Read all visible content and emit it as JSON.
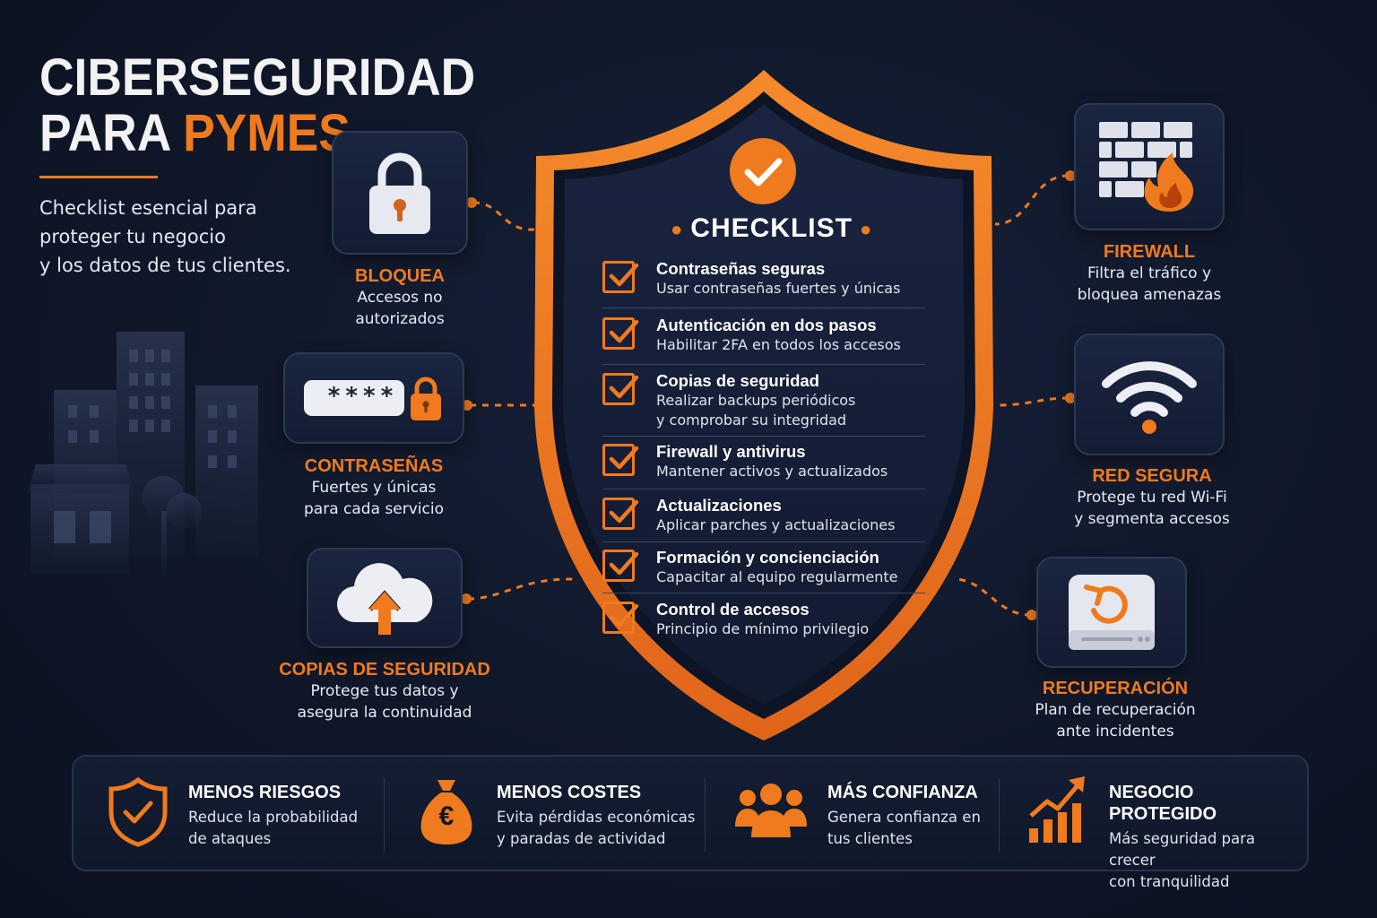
{
  "header": {
    "title_line1": "CIBERSEGURIDAD",
    "title_line2_prefix": "PARA ",
    "title_line2_accent": "PYMES",
    "subtitle_line1": "Checklist esencial para",
    "subtitle_line2": "proteger tu negocio",
    "subtitle_line3": "y los datos de tus clientes."
  },
  "colors": {
    "accent": "#f07a1e",
    "background": "#0f1729",
    "card": "#1a2540"
  },
  "left_features": [
    {
      "icon": "padlock-icon",
      "title": "BLOQUEA",
      "desc1": "Accesos no",
      "desc2": "autorizados"
    },
    {
      "icon": "password-field-icon",
      "title": "CONTRASEÑAS",
      "desc1": "Fuertes y únicas",
      "desc2": "para cada servicio",
      "mask": "****"
    },
    {
      "icon": "cloud-upload-icon",
      "title": "COPIAS DE SEGURIDAD",
      "desc1": "Protege tus datos y",
      "desc2": "asegura la continuidad"
    }
  ],
  "right_features": [
    {
      "icon": "firewall-icon",
      "title": "FIREWALL",
      "desc1": "Filtra el tráfico y",
      "desc2": "bloquea amenazas"
    },
    {
      "icon": "wifi-icon",
      "title": "RED SEGURA",
      "desc1": "Protege tu red Wi-Fi",
      "desc2": "y segmenta accesos"
    },
    {
      "icon": "recovery-drive-icon",
      "title": "RECUPERACIÓN",
      "desc1": "Plan de recuperación",
      "desc2": "ante incidentes"
    }
  ],
  "checklist": {
    "title": "CHECKLIST",
    "items": [
      {
        "title": "Contraseñas seguras",
        "desc1": "Usar contraseñas fuertes y únicas",
        "desc2": ""
      },
      {
        "title": "Autenticación en dos pasos",
        "desc1": "Habilitar 2FA en todos los accesos",
        "desc2": ""
      },
      {
        "title": "Copias de seguridad",
        "desc1": "Realizar backups periódicos",
        "desc2": "y comprobar su integridad"
      },
      {
        "title": "Firewall y antivirus",
        "desc1": "Mantener activos y actualizados",
        "desc2": ""
      },
      {
        "title": "Actualizaciones",
        "desc1": "Aplicar parches y actualizaciones",
        "desc2": ""
      },
      {
        "title": "Formación y concienciación",
        "desc1": "Capacitar al equipo regularmente",
        "desc2": ""
      },
      {
        "title": "Control de accesos",
        "desc1": "Principio de mínimo privilegio",
        "desc2": ""
      }
    ]
  },
  "benefits": [
    {
      "icon": "shield-check-icon",
      "title": "MENOS RIESGOS",
      "desc1": "Reduce la probabilidad",
      "desc2": "de ataques"
    },
    {
      "icon": "money-bag-icon",
      "title": "MENOS COSTES",
      "desc1": "Evita pérdidas económicas",
      "desc2": "y paradas de actividad",
      "symbol": "€"
    },
    {
      "icon": "people-icon",
      "title": "MÁS CONFIANZA",
      "desc1": "Genera confianza en",
      "desc2": "tus clientes"
    },
    {
      "icon": "growth-chart-icon",
      "title": "NEGOCIO PROTEGIDO",
      "desc1": "Más seguridad para crecer",
      "desc2": "con tranquilidad"
    }
  ]
}
